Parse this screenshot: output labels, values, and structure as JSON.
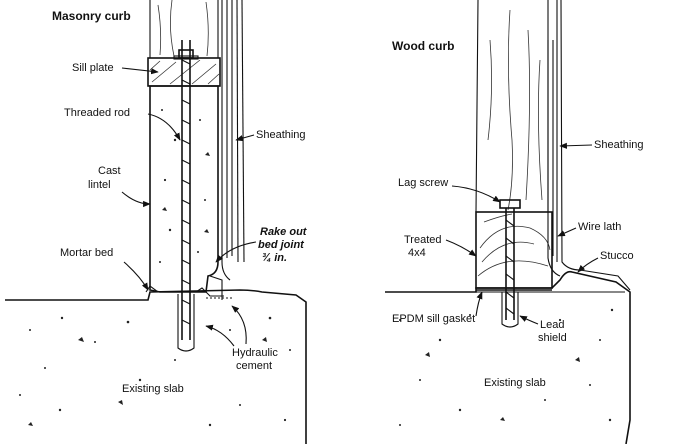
{
  "masonry": {
    "title": "Masonry curb",
    "labels": {
      "sill_plate": "Sill plate",
      "threaded_rod": "Threaded rod",
      "sheathing": "Sheathing",
      "cast": "Cast",
      "lintel": "lintel",
      "rake1": "Rake out",
      "rake2": "bed joint",
      "rake3": "¾ in.",
      "mortar_bed": "Mortar bed",
      "hydraulic": "Hydraulic",
      "cement": "cement",
      "existing_slab": "Existing slab"
    }
  },
  "wood": {
    "title": "Wood curb",
    "labels": {
      "sheathing": "Sheathing",
      "lag_screw": "Lag screw",
      "wire_lath": "Wire lath",
      "treated": "Treated",
      "size": "4x4",
      "stucco": "Stucco",
      "epdm": "EPDM sill gasket",
      "lead": "Lead",
      "shield": "shield",
      "existing_slab": "Existing slab"
    }
  }
}
